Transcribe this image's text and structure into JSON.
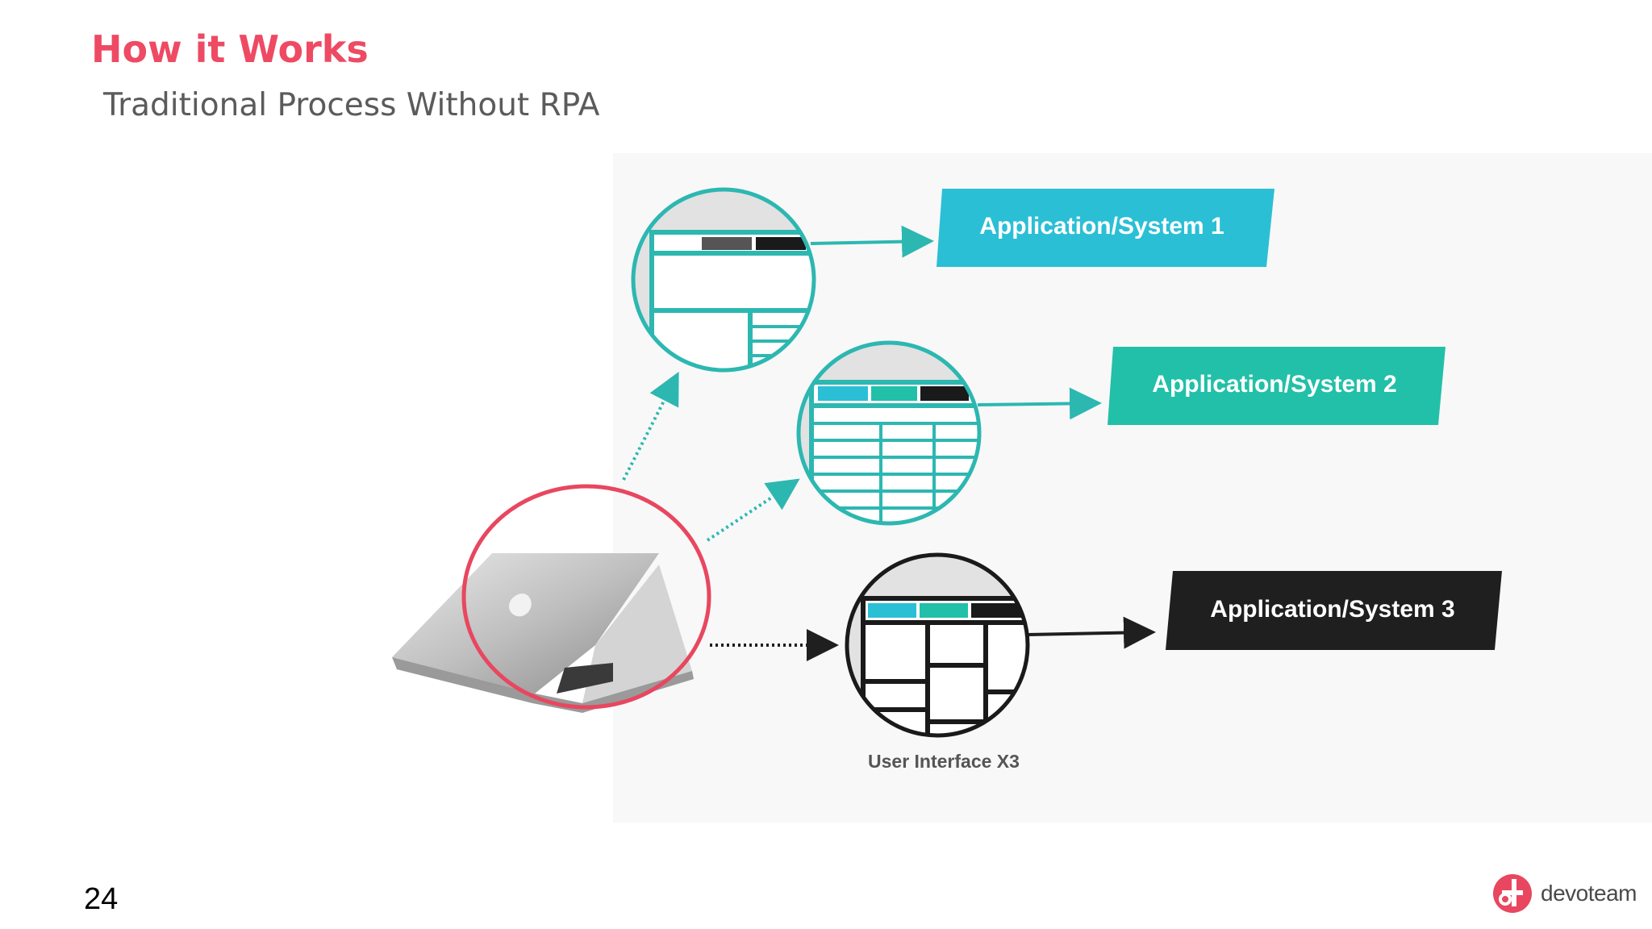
{
  "slide": {
    "title": "How it Works",
    "subtitle": "Traditional Process Without RPA",
    "page_number": "24"
  },
  "diagram": {
    "systems": [
      {
        "label": "Application/System 1",
        "color": "#2bbfd6"
      },
      {
        "label": "Application/System 2",
        "color": "#22c0a8"
      },
      {
        "label": "Application/System 3",
        "color": "#1f1f1f"
      }
    ],
    "ui_caption": "User Interface X3",
    "colors": {
      "teal": "#2db7b1",
      "cyan": "#2bbfd6",
      "highlight_ring": "#e8475f",
      "dark": "#1f1f1f"
    }
  },
  "brand": {
    "name": "devoteam",
    "color": "#e8475f"
  }
}
